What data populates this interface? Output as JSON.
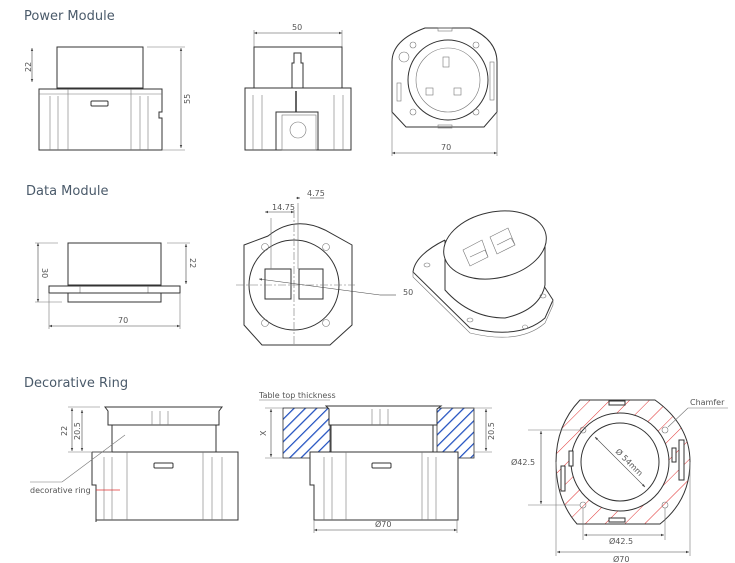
{
  "sections": {
    "power": {
      "title": "Power Module",
      "dims": {
        "height_top": "22",
        "height_total": "55",
        "width_front": "50",
        "width_top": "70"
      }
    },
    "data": {
      "title": "Data Module",
      "dims": {
        "height_total": "30",
        "height_top": "22",
        "width": "70",
        "offset_small": "4.75",
        "offset_large": "14.75",
        "diameter": "50"
      }
    },
    "ring": {
      "title": "Decorative Ring",
      "dims": {
        "height_total": "22",
        "height_ring": "20.5",
        "table_x": "X",
        "ring_height_right": "20.5",
        "diameter_body": "Ø70",
        "inner_dia": "Ø 54mm",
        "hole_pitch_v": "Ø42.5",
        "hole_pitch_h": "Ø42.5",
        "outer_dia": "Ø70"
      },
      "labels": {
        "decorative_ring": "decorative ring",
        "table_top": "Table top thickness",
        "chamfer": "Chamfer"
      }
    }
  },
  "colors": {
    "title": "#4a5a6a",
    "hatch_red": "#e03030",
    "hatch_blue": "#2050c0"
  }
}
